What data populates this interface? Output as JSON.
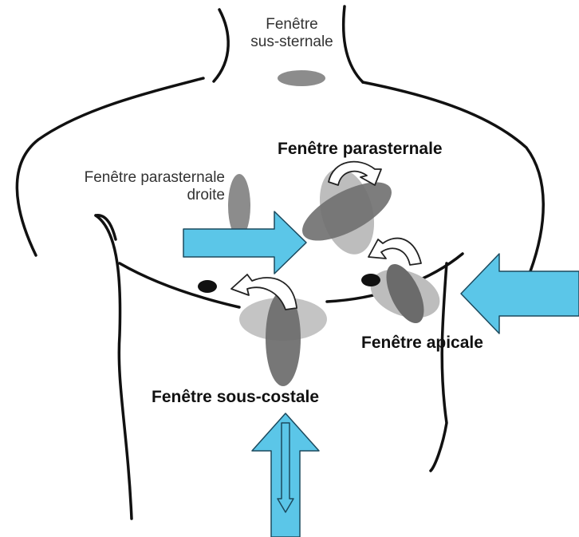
{
  "labels": {
    "suprasternal_line1": "Fenêtre",
    "suprasternal_line2": "sus-sternale",
    "parasternal": "Fenêtre parasternale",
    "right_parasternal_line1": "Fenêtre parasternale",
    "right_parasternal_line2": "droite",
    "apical": "Fenêtre apicale",
    "subcostal": "Fenêtre sous-costale"
  },
  "colors": {
    "probe_arrow": "#5bc6e8",
    "probe_arrow_stroke": "#1c4a5e",
    "window_dark": "#6b6b6b",
    "window_light": "#b8b8b8",
    "outline": "#111111"
  }
}
